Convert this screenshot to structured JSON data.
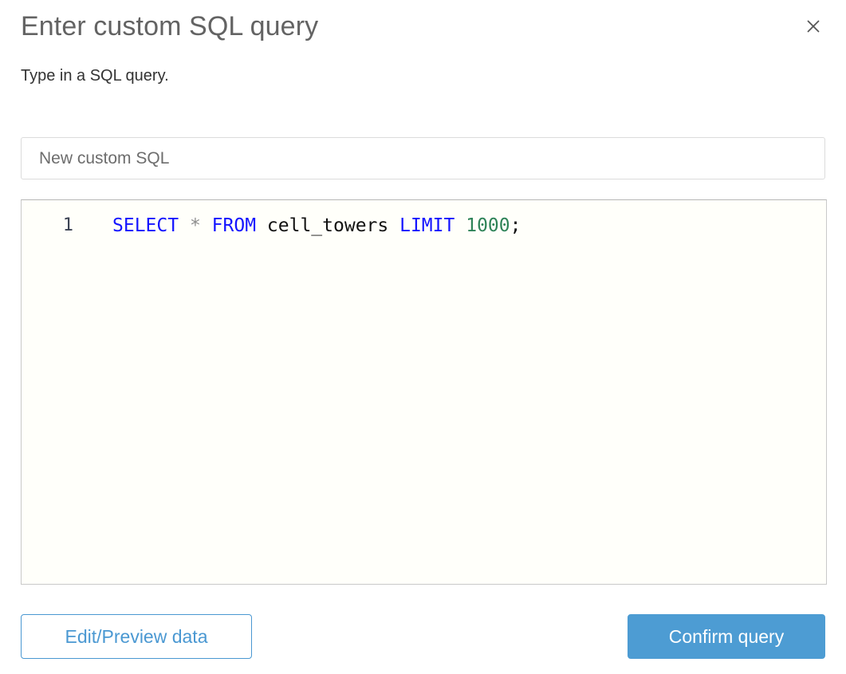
{
  "dialog": {
    "title": "Enter custom SQL query",
    "subtitle": "Type in a SQL query.",
    "close_icon": "close-icon"
  },
  "name_field": {
    "value": "",
    "placeholder": "New custom SQL"
  },
  "editor": {
    "line_number": "1",
    "full_query": "SELECT * FROM cell_towers LIMIT 1000;",
    "tokens": [
      {
        "text": "SELECT",
        "type": "keyword"
      },
      {
        "text": " ",
        "type": "plain"
      },
      {
        "text": "*",
        "type": "operator"
      },
      {
        "text": " ",
        "type": "plain"
      },
      {
        "text": "FROM",
        "type": "keyword"
      },
      {
        "text": " ",
        "type": "plain"
      },
      {
        "text": "cell_towers",
        "type": "ident"
      },
      {
        "text": " ",
        "type": "plain"
      },
      {
        "text": "LIMIT",
        "type": "keyword"
      },
      {
        "text": " ",
        "type": "plain"
      },
      {
        "text": "1000",
        "type": "number"
      },
      {
        "text": ";",
        "type": "punct"
      }
    ]
  },
  "footer": {
    "secondary_label": "Edit/Preview data",
    "primary_label": "Confirm query"
  },
  "colors": {
    "accent": "#4d9cd3",
    "accent_outline": "#4a98d2",
    "title_text": "#636363",
    "body_text": "#333333",
    "keyword": "#1414ff",
    "number": "#2e8358",
    "operator": "#8d8d8d",
    "editor_background": "#fffffa"
  }
}
